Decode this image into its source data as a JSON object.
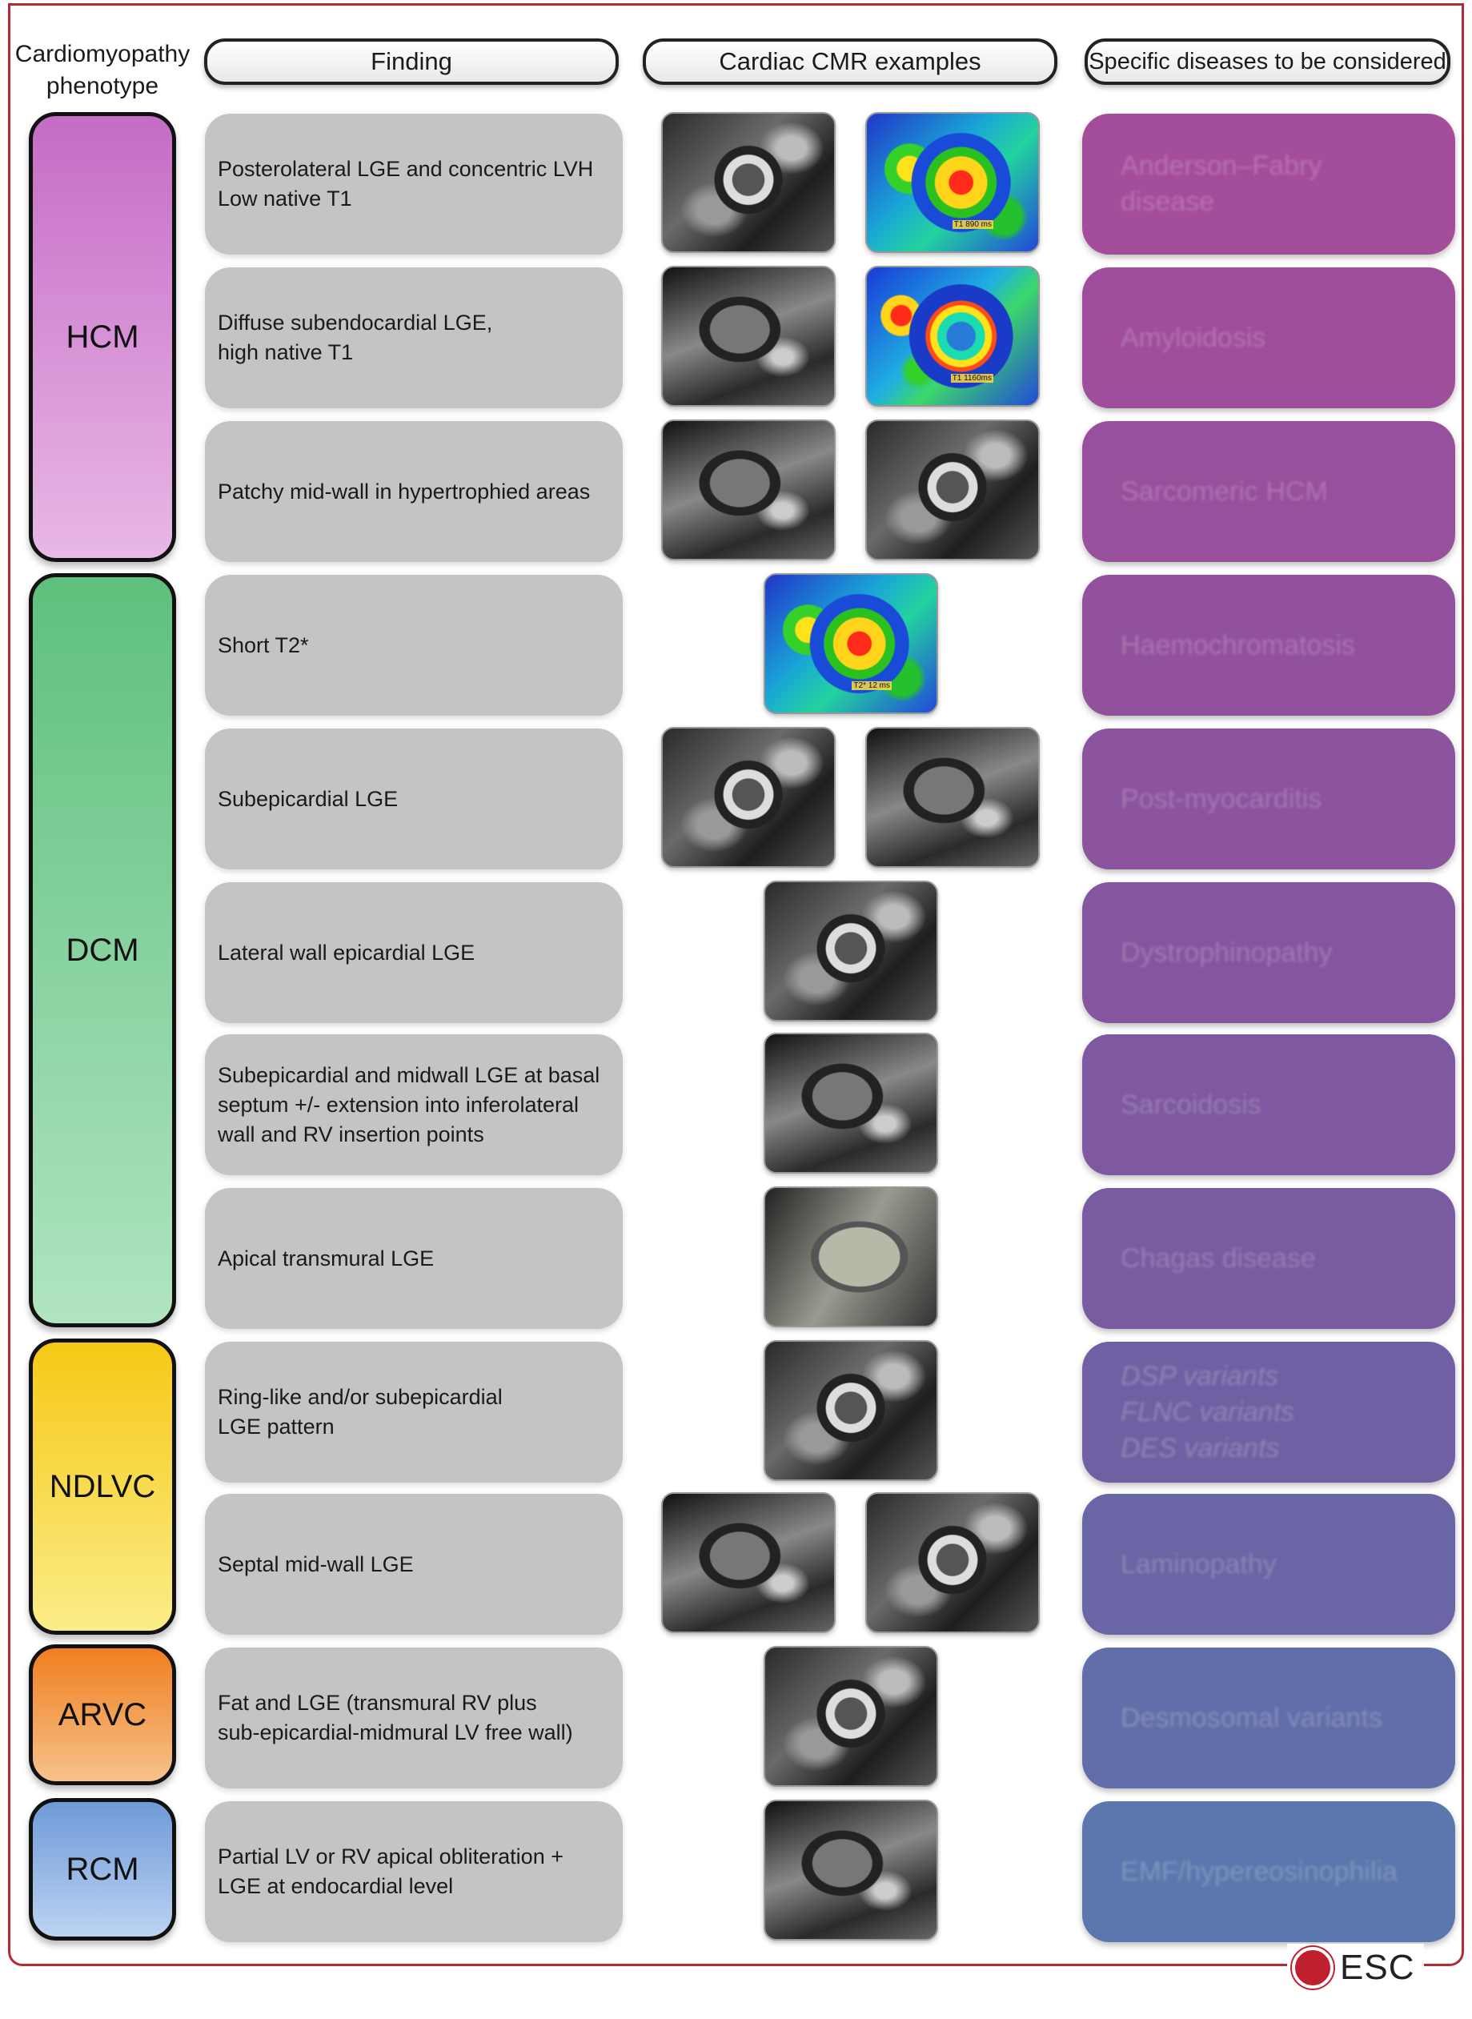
{
  "headers": {
    "phenotype": "Cardiomyopathy\nphenotype",
    "finding": "Finding",
    "examples": "Cardiac CMR examples",
    "diseases": "Specific diseases to be considered"
  },
  "phenotypes": {
    "hcm": "HCM",
    "dcm": "DCM",
    "ndlvc": "NDLVC",
    "arvc": "ARVC",
    "rcm": "RCM"
  },
  "rows": [
    {
      "finding": "Posterolateral LGE and concentric LVH\nLow native T1",
      "disease": "Anderson–Fabry disease",
      "map_label": "T1 890 ms",
      "disease_color": "#a44d9a"
    },
    {
      "finding": "Diffuse subendocardial LGE,\nhigh native T1",
      "disease": "Amyloidosis",
      "map_label": "T1 1160ms",
      "disease_color": "#9e4e9b"
    },
    {
      "finding": "Patchy mid-wall in hypertrophied areas",
      "disease": "Sarcomeric HCM",
      "disease_color": "#984f9c"
    },
    {
      "finding": "Short T2*",
      "disease": "Haemochromatosis",
      "map_label": "T2* 12 ms",
      "disease_color": "#92519d"
    },
    {
      "finding": "Subepicardial LGE",
      "disease": "Post-myocarditis",
      "disease_color": "#8c539e"
    },
    {
      "finding": "Lateral wall epicardial LGE",
      "disease": "Dystrophinopathy",
      "disease_color": "#85559f"
    },
    {
      "finding": "Subepicardial and midwall LGE at basal\nseptum +/- extension into inferolateral\nwall and RV insertion points",
      "disease": "Sarcoidosis",
      "disease_color": "#7e58a0"
    },
    {
      "finding": "Apical transmural LGE",
      "disease": "Chagas disease",
      "disease_color": "#785ba1"
    },
    {
      "finding": "Ring-like and/or subepicardial\nLGE pattern",
      "disease": "DSP variants\nFLNC variants\nDES variants",
      "disease_color": "#7060a3"
    },
    {
      "finding": "Septal mid-wall LGE",
      "disease": "Laminopathy",
      "disease_color": "#6a65a5"
    },
    {
      "finding": "Fat and LGE (transmural RV plus\nsub-epicardial-midmural LV free wall)",
      "disease": "Desmosomal variants",
      "disease_color": "#626ea9"
    },
    {
      "finding": "Partial LV or RV apical obliteration +\nLGE at endocardial level",
      "disease": "EMF/hypereosinophilia",
      "disease_color": "#5b77ad"
    }
  ],
  "logo": {
    "text": "ESC"
  }
}
